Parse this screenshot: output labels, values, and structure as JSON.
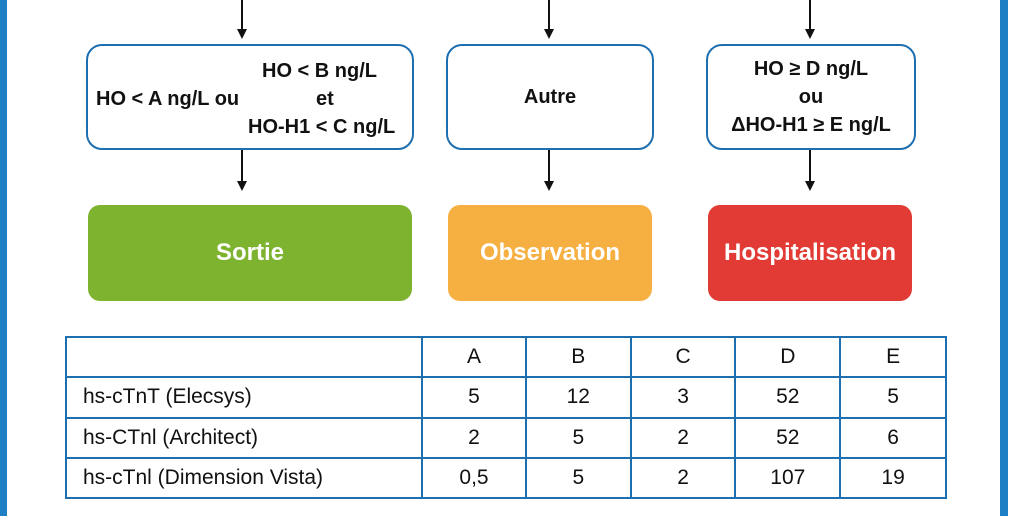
{
  "boxes": {
    "left": {
      "line_a": "HO < A ng/L ou",
      "line_b": "HO < B ng/L",
      "line_et": "et",
      "line_c": "HO-H1 < C ng/L"
    },
    "middle": {
      "label": "Autre"
    },
    "right": {
      "line1": "HO ≥ D ng/L",
      "line2": "ou",
      "line3": "ΔHO-H1 ≥ E ng/L"
    }
  },
  "outcomes": {
    "sortie": {
      "label": "Sortie",
      "color": "#7db32f"
    },
    "observation": {
      "label": "Observation",
      "color": "#f6b041"
    },
    "hospitalisation": {
      "label": "Hospitalisation",
      "color": "#e23b35"
    }
  },
  "colors": {
    "frame": "#1e7fc4",
    "border": "#1e6fb0"
  },
  "table": {
    "headers": [
      "",
      "A",
      "B",
      "C",
      "D",
      "E"
    ],
    "rows": [
      {
        "name": "hs-cTnT (Elecsys)",
        "values": [
          "5",
          "12",
          "3",
          "52",
          "5"
        ]
      },
      {
        "name": "hs-CTnl (Architect)",
        "values": [
          "2",
          "5",
          "2",
          "52",
          "6"
        ]
      },
      {
        "name": "hs-cTnl (Dimension Vista)",
        "values": [
          "0,5",
          "5",
          "2",
          "107",
          "19"
        ]
      }
    ]
  }
}
